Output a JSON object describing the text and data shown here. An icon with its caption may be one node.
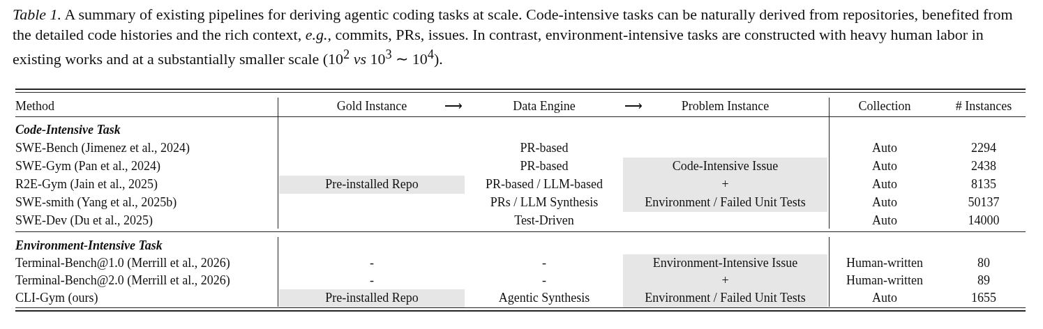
{
  "diagram": {
    "caption": "*Table 1.* A summary of existing pipelines for deriving agentic coding tasks at scale. Code-intensive tasks can be naturally derived from repositories, benefited from the detailed code histories and the rich context, *e.g.,* commits, PRs, issues. In contrast, environment-intensive tasks are constructed with heavy human labor in existing works and at a substantially smaller scale (10$^{2}$ *vs* 10$^{3}$ ∼ 10$^{4}$).",
    "labels": [
      "Method",
      "Gold Instance",
      "⟶",
      "Data Engine",
      "⟶",
      "Problem Instance",
      "Collection",
      "# Instances",
      "Code-Intensive Task",
      "SWE-Bench (Jimenez et al., 2024)",
      "PR-based",
      "Auto",
      "2294",
      "SWE-Gym (Pan et al., 2024)",
      "PR-based",
      "Code-Intensive Issue",
      "Auto",
      "2438",
      "R2E-Gym (Jain et al., 2025)",
      "Pre-installed Repo",
      "PR-based / LLM-based",
      "+",
      "Auto",
      "8135",
      "SWE-smith (Yang et al., 2025b)",
      "PRs / LLM Synthesis",
      "Environment / Failed Unit Tests",
      "Auto",
      "50137",
      "SWE-Dev (Du et al., 2025)",
      "Test-Driven",
      "Auto",
      "14000",
      "Environment-Intensive Task",
      "Terminal-Bench@1.0 (Merrill et al., 2026)",
      "-",
      "-",
      "Environment-Intensive Issue",
      "Human-written",
      "80",
      "Terminal-Bench@2.0 (Merrill et al., 2026)",
      "-",
      "-",
      "+",
      "Human-written",
      "89",
      "CLI-Gym (ours)",
      "Pre-installed Repo",
      "Agentic Synthesis",
      "Environment / Failed Unit Tests",
      "Auto",
      "1655"
    ]
  }
}
